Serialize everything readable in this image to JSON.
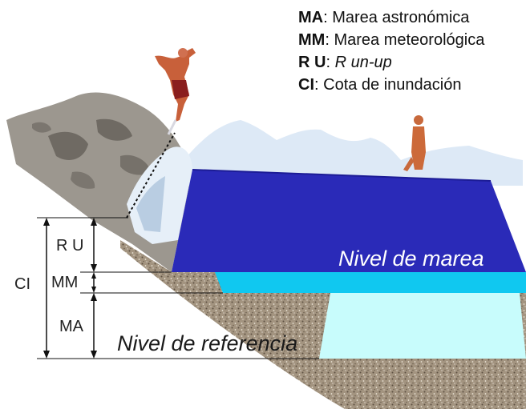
{
  "legend": [
    {
      "abbr": "MA",
      "sep": ": ",
      "text": "Marea astronómica",
      "italic": false
    },
    {
      "abbr": "MM",
      "sep": ": ",
      "text": "Marea meteorológica",
      "italic": false
    },
    {
      "abbr": "R U",
      "sep": ": ",
      "text": "R un-up",
      "italic": true
    },
    {
      "abbr": "CI",
      "sep": ": ",
      "text": "Cota de inundación",
      "italic": false
    }
  ],
  "labels": {
    "ru": "R U",
    "mm": "MM",
    "ma": "MA",
    "ci": "CI",
    "nivel_marea": "Nivel de marea",
    "nivel_referencia": "Nivel de referencia"
  },
  "colors": {
    "marea": "#2a2ab8",
    "marea_edge": "#1c1c96",
    "meteo": "#10c8f0",
    "astro": "#c8fcfc",
    "sand": "#a09078",
    "rock": "#9a958e",
    "foam": "#dde9f6"
  }
}
